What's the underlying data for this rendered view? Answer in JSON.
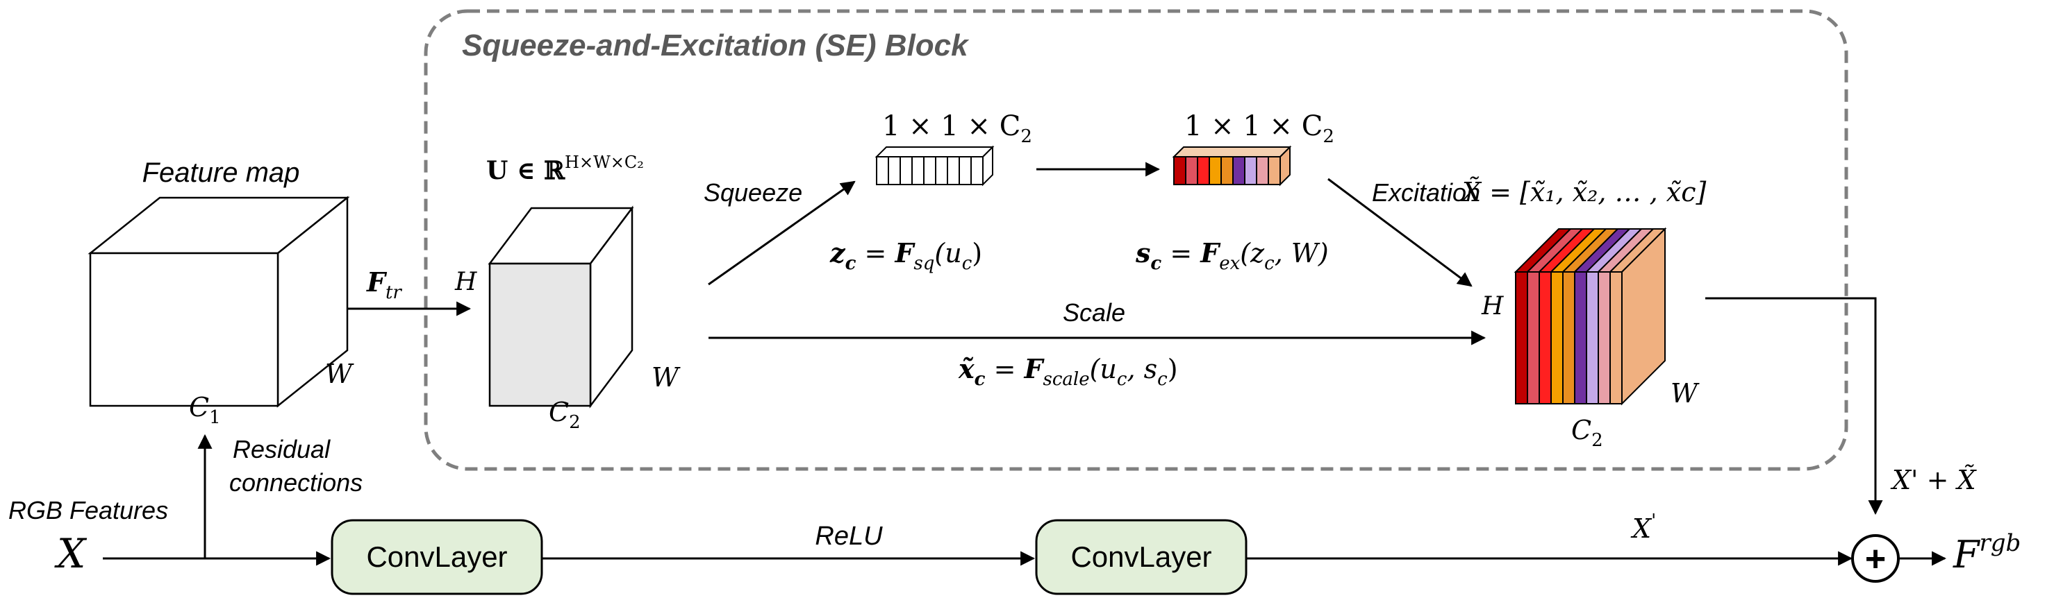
{
  "se_block": {
    "title": "Squeeze-and-Excitation (SE) Block"
  },
  "feature_map": {
    "title": "Feature map",
    "c_label": "C",
    "c_sub": "1",
    "w_label": "W"
  },
  "transform": {
    "f_label": "F",
    "f_sub": "tr"
  },
  "u_tensor": {
    "formula": "U ∈ ℝ",
    "sup": "H×W×C₂",
    "h_label": "H",
    "w_label": "W",
    "c_label": "C",
    "c_sub": "2"
  },
  "squeeze": {
    "label": "Squeeze",
    "dim_label": "1 × 1 × C",
    "dim_sub": "2",
    "formula_lhs": "z",
    "formula_lhs_sub": "c",
    "formula_eq": " = ",
    "formula_f": "F",
    "formula_f_sub": "sq",
    "formula_args": "(u",
    "formula_args_sub": "c",
    "formula_close": ")"
  },
  "excitation": {
    "label": "Excitation",
    "dim_label": "1 × 1 × C",
    "dim_sub": "2",
    "formula_lhs": "s",
    "formula_lhs_sub": "c",
    "formula_eq": " = ",
    "formula_f": "F",
    "formula_f_sub": "ex",
    "formula_args": "(z",
    "formula_args_sub": "c",
    "formula_close": ", W)",
    "colors": [
      "#c00000",
      "#e05260",
      "#ff2020",
      "#f5a000",
      "#e98f20",
      "#7030a0",
      "#c4a8e8",
      "#e8a0a8",
      "#f0b080"
    ]
  },
  "scale": {
    "label": "Scale",
    "formula_lhs": "x̃",
    "formula_lhs_sub": "c",
    "formula_eq": " = ",
    "formula_f": "F",
    "formula_f_sub": "scale",
    "formula_args": "(u",
    "formula_args_sub1": "c",
    "formula_mid": ", s",
    "formula_args_sub2": "c",
    "formula_close": ")"
  },
  "output_tensor": {
    "formula": "X̃ = [x̃₁, x̃₂, … , x̃c]",
    "h_label": "H",
    "w_label": "W",
    "c_label": "C",
    "c_sub": "2",
    "colors": [
      "#c00000",
      "#e05260",
      "#ff2020",
      "#f5a000",
      "#e98f20",
      "#7030a0",
      "#c4a8e8",
      "#e8a0a8",
      "#f0b080"
    ],
    "front_color": "#f0b080"
  },
  "residual": {
    "line1": "Residual",
    "line2": "connections"
  },
  "input": {
    "caption": "RGB Features",
    "symbol": "X"
  },
  "conv1": {
    "label": "ConvLayer"
  },
  "relu": {
    "label": "ReLU"
  },
  "conv2": {
    "label": "ConvLayer"
  },
  "xprime": {
    "label": "X",
    "sup": "'"
  },
  "sum": {
    "label": "X' + X̃",
    "symbol": "+"
  },
  "output": {
    "label": "F",
    "sup": "rgb"
  }
}
